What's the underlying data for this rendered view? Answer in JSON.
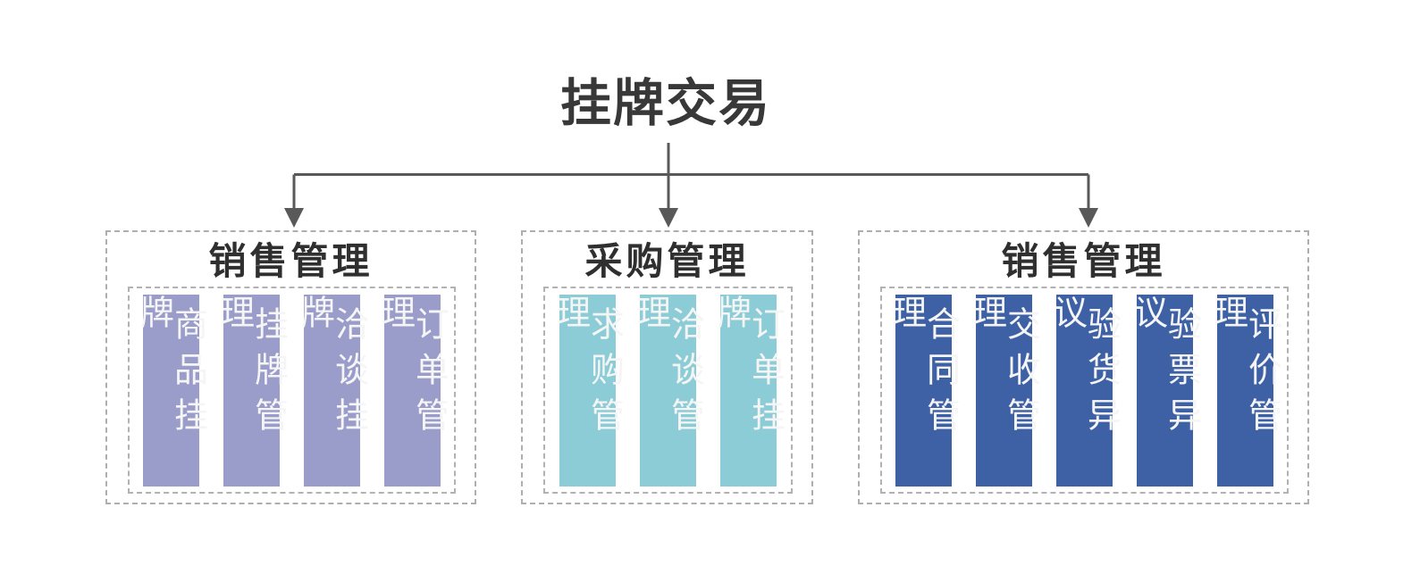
{
  "title": "挂牌交易",
  "colors": {
    "purple": "#9a9cca",
    "teal": "#8bccd6",
    "blue": "#3e61a5",
    "line": "#595959",
    "dashed_border": "#aeaeae",
    "title_text": "#383838",
    "group_title_text": "#2f2f2f",
    "column_text": "#f5f5f5"
  },
  "groups": [
    {
      "title": "销售管理",
      "columns": [
        "商品挂牌",
        "挂牌管理",
        "洽谈挂牌",
        "订单管理"
      ]
    },
    {
      "title": "采购管理",
      "columns": [
        "求购管理",
        "洽谈管理",
        "订单挂牌"
      ]
    },
    {
      "title": "销售管理",
      "columns": [
        "合同管理",
        "交收管理",
        "验货异议",
        "验票异议",
        "评价管理"
      ]
    }
  ]
}
